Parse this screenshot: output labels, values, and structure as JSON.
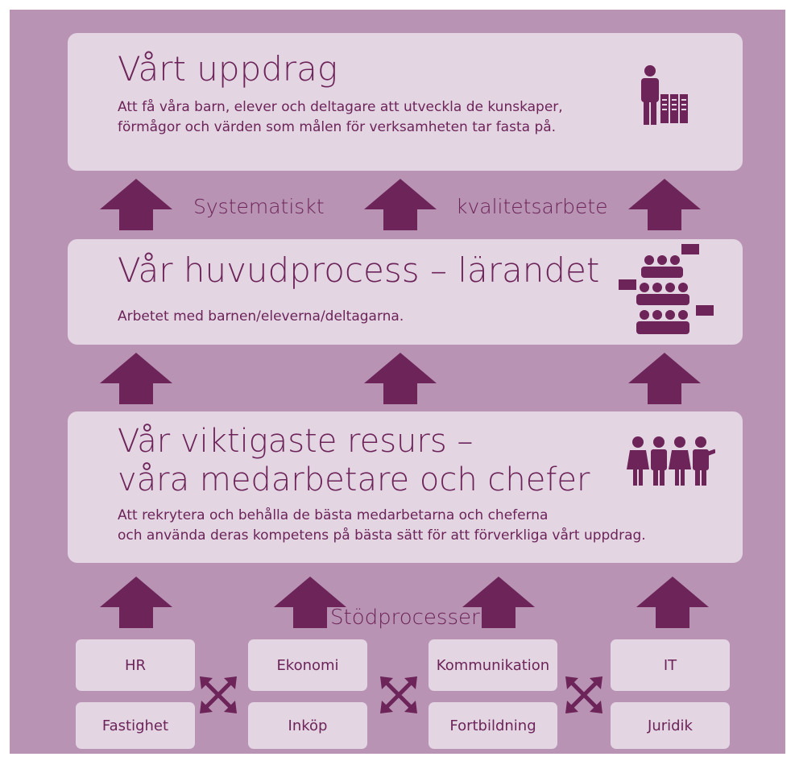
{
  "colors": {
    "background": "#b893b4",
    "panel": "#e4d5e3",
    "accent": "#6c2459"
  },
  "panels": [
    {
      "title": "Vårt uppdrag",
      "text_lines": [
        "Att få våra barn, elever och deltagare att utveckla de kunskaper,",
        "förmågor och värden som målen för verksamheten tar fasta på."
      ],
      "icon": "person-with-binders-icon"
    },
    {
      "title": "Vår huvudprocess – lärandet",
      "text_lines": [
        "Arbetet med barnen/eleverna/deltagarna."
      ],
      "icon": "group-discussion-icon"
    },
    {
      "title_lines": [
        "Vår viktigaste resurs –",
        "våra medarbetare och chefer"
      ],
      "text_lines": [
        "Att rekrytera och behålla de bästa medarbetarna och cheferna",
        "och använda deras kompetens på bästa sätt för att förverkliga vårt uppdrag."
      ],
      "icon": "team-people-icon"
    }
  ],
  "connector_labels": {
    "left": "Systematiskt",
    "right": "kvalitetsarbete"
  },
  "support": {
    "title": "Stödprocesser",
    "top_row": [
      "HR",
      "Ekonomi",
      "Kommunikation",
      "IT"
    ],
    "bottom_row": [
      "Fastighet",
      "Inköp",
      "Fortbildning",
      "Juridik"
    ]
  }
}
